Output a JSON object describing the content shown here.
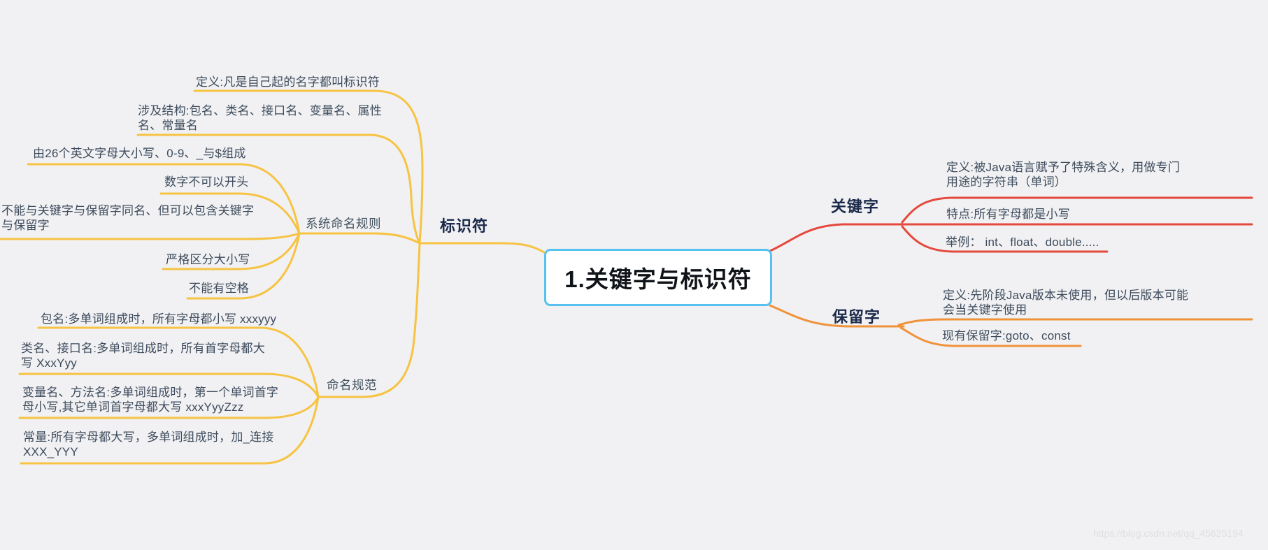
{
  "canvas": {
    "watermark": "https://blog.csdn.net/qq_45625194"
  },
  "palette": {
    "background": "#f1f1f3",
    "yellow_branch": "#f6c343",
    "red_branch": "#e5483c",
    "orange_branch": "#f0923a",
    "center_border": "#57c2f0",
    "leaf_text": "#3d4b5c",
    "label_text": "#1b2a4a"
  },
  "center": {
    "label": "1.关键字与标识符"
  },
  "identifier": {
    "label": "标识符",
    "definition": "定义:凡是自己起的名字都叫标识符",
    "structures": "涉及结构:包名、类名、接口名、变量名、属性名、常量名",
    "system_rules": {
      "label": "系统命名规则",
      "items": [
        "由26个英文字母大小写、0-9、_与$组成",
        "数字不可以开头",
        "不能与关键字与保留字同名、但可以包含关键字与保留字",
        "严格区分大小写",
        "不能有空格"
      ]
    },
    "naming_convention": {
      "label": "命名规范",
      "items": [
        "包名:多单词组成时，所有字母都小写 xxxyyy",
        "类名、接口名:多单词组成时，所有首字母都大写  XxxYyy",
        "变量名、方法名:多单词组成时，第一个单词首字母小写,其它单词首字母都大写 xxxYyyZzz",
        "常量:所有字母都大写，多单词组成时，加_连接 XXX_YYY"
      ]
    }
  },
  "keyword": {
    "label": "关键字",
    "items": [
      "定义:被Java语言赋予了特殊含义，用做专门用途的字符串（单词）",
      "特点:所有字母都是小写",
      "举例：  int、float、double....."
    ]
  },
  "reserved": {
    "label": "保留字",
    "items": [
      "定义:先阶段Java版本未使用，但以后版本可能会当关键字使用",
      "现有保留字:goto、const"
    ]
  }
}
